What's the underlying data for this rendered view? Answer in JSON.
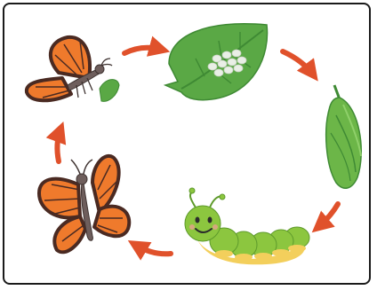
{
  "diagram": {
    "stages": [
      {
        "id": "eggs",
        "icon": "leaf-with-eggs-icon"
      },
      {
        "id": "chrysalis",
        "icon": "chrysalis-icon"
      },
      {
        "id": "caterpillar",
        "icon": "caterpillar-icon"
      },
      {
        "id": "butterfly-emerging",
        "icon": "butterfly-wings-folded-icon"
      },
      {
        "id": "butterfly-adult",
        "icon": "butterfly-on-leaf-icon"
      }
    ],
    "colors": {
      "arrow": "#e0512b",
      "leaf": "#5aa845",
      "leaf_dark": "#3f8a34",
      "egg": "#e9efe6",
      "wing_orange": "#ef7a2c",
      "wing_dark": "#4a2a22",
      "body": "#6e5e5c",
      "caterpillar_green": "#8cc63f",
      "caterpillar_belly": "#f3cf5c",
      "frame": "#1a1a1a"
    }
  }
}
